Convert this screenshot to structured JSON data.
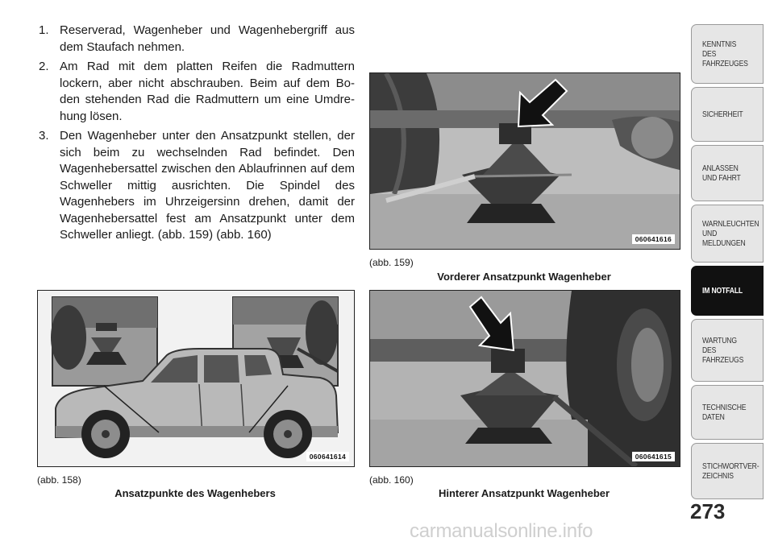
{
  "steps": [
    {
      "num": "1.",
      "text": "Reserverad, Wagenheber und Wagenhebergriff aus dem Staufach nehmen."
    },
    {
      "num": "2.",
      "text": "Am Rad mit dem platten Reifen die Radmuttern lockern, aber nicht abschrauben. Beim auf dem Bo-den stehenden Rad die Radmuttern um eine Umdre-hung lösen."
    },
    {
      "num": "3.",
      "text": "Den Wagenheber unter den Ansatzpunkt stellen, der sich beim zu wechselnden Rad befindet. Den Wagenhebersattel zwischen den Ablaufrinnen auf dem Schweller mittig ausrichten. Die Spindel des Wagenhebers im Uhrzeigersinn drehen, damit der Wagenhebersattel fest am Ansatzpunkt unter dem Schweller anliegt. (abb. 159)  (abb. 160)"
    }
  ],
  "figures": {
    "fig158": {
      "code": "060641614",
      "ref": "(abb. 158)",
      "caption": "Ansatzpunkte des Wagenhebers"
    },
    "fig159": {
      "code": "060641616",
      "ref": "(abb. 159)",
      "caption": "Vorderer Ansatzpunkt Wagenheber"
    },
    "fig160": {
      "code": "060641615",
      "ref": "(abb. 160)",
      "caption": "Hinterer Ansatzpunkt Wagenheber"
    }
  },
  "tabs": [
    {
      "label": "KENNTNIS\nDES\nFAHRZEUGES",
      "active": false
    },
    {
      "label": "SICHERHEIT",
      "active": false
    },
    {
      "label": "ANLASSEN\nUND FAHRT",
      "active": false
    },
    {
      "label": "WARNLEUCHTEN\nUND\nMELDUNGEN",
      "active": false
    },
    {
      "label": "IM NOTFALL",
      "active": true
    },
    {
      "label": "WARTUNG\nDES\nFAHRZEUGS",
      "active": false
    },
    {
      "label": "TECHNISCHE\nDATEN",
      "active": false
    },
    {
      "label": "STICHWORTVER-\nZEICHNIS",
      "active": false
    }
  ],
  "page_number": "273",
  "watermark": "carmanualsonline.info",
  "colors": {
    "active_tab": "#111111",
    "tab_bg": "#e6e6e6"
  }
}
